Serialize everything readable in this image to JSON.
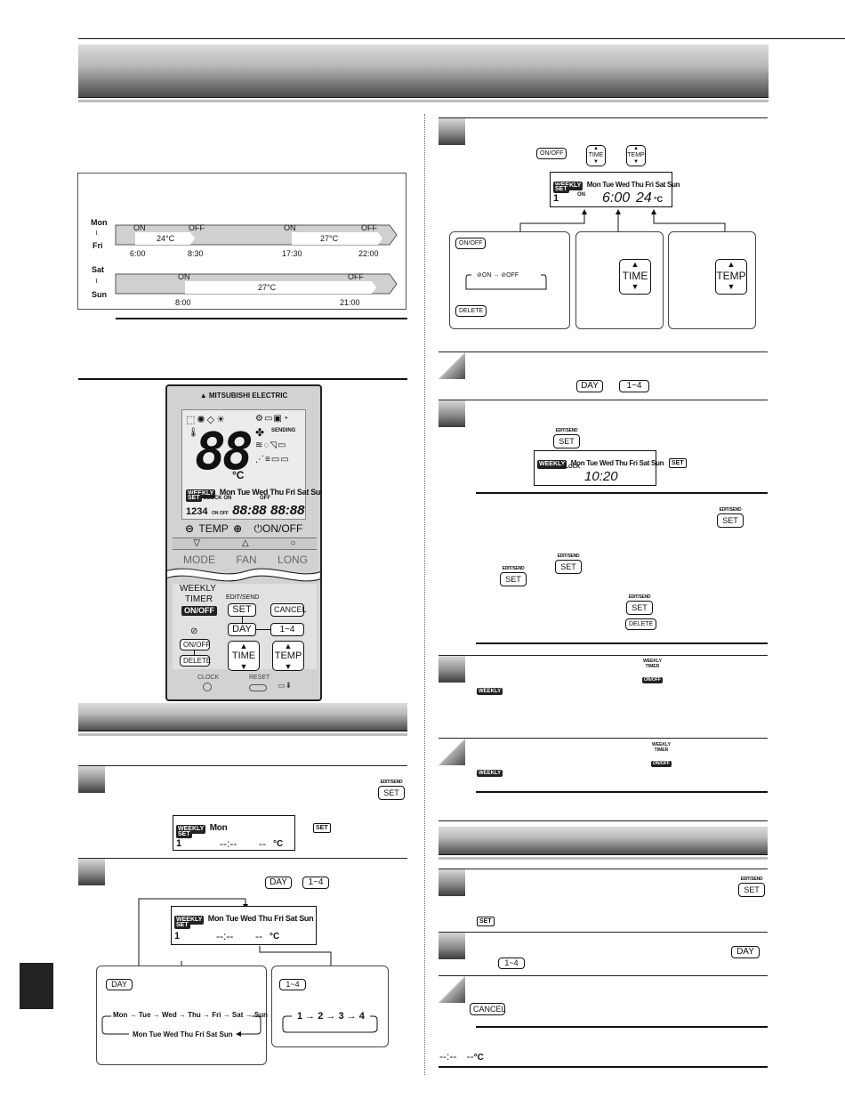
{
  "colors": {
    "ink": "#111111",
    "band_light": "#d8d8d8",
    "band_dark": "#3a3a3a",
    "remote_body": "#d4d4d4",
    "remote_lcd": "#ececec",
    "thumb_tab": "#222222"
  },
  "schedule": {
    "weekday_top": "Mon",
    "weekday_tilde": "≀",
    "weekday_bottom": "Fri",
    "weekend_top": "Sat",
    "weekend_tilde": "≀",
    "weekend_bottom": "Sun",
    "row1": {
      "on1": "ON",
      "off1": "OFF",
      "temp1": "24°C",
      "on2": "ON",
      "off2": "OFF",
      "temp2": "27°C",
      "t1": "6:00",
      "t2": "8:30",
      "t3": "17:30",
      "t4": "22:00"
    },
    "row2": {
      "on": "ON",
      "off": "OFF",
      "temp": "27°C",
      "t1": "8:00",
      "t2": "21:00"
    }
  },
  "remote": {
    "brand": "MITSUBISHI ELECTRIC",
    "big_digits": "88",
    "unit": "°C",
    "sending": "SENDING",
    "weekly": "WEEKLY",
    "days": "Mon Tue Wed Thu Fri Sat Sun",
    "set": "SET",
    "clock": "CLOCK",
    "on_small": "ON",
    "off_small": "OFF",
    "prog_nums": "1234",
    "on_off_stack": "ON OFF",
    "time_digits": "88:88",
    "time_digits2": "88:88",
    "temp_label": "TEMP",
    "onoff_label": "ON/OFF",
    "mode": "MODE",
    "fan": "FAN",
    "long": "LONG",
    "weekly_timer_1": "WEEKLY",
    "weekly_timer_2": "TIMER",
    "btn_onoff": "ON/OFF",
    "edit_send": "EDIT/SEND",
    "btn_set": "SET",
    "btn_cancel": "CANCEL",
    "btn_day": "DAY",
    "btn_1_4": "1~4",
    "btn_onoff2": "ON/OFF",
    "btn_delete": "DELETE",
    "btn_time": "TIME",
    "btn_temp": "TEMP",
    "clock_bottom": "CLOCK",
    "reset": "RESET"
  },
  "step1_left": {
    "edit_send": "EDIT/SEND",
    "set": "SET",
    "lcd_weekly": "WEEKLY",
    "lcd_day": "Mon",
    "lcd_set": "SET",
    "lcd_num": "1",
    "lcd_time": "--:--",
    "lcd_temp": "--",
    "lcd_unit": "°C",
    "set_small": "SET"
  },
  "step2_left": {
    "key_day": "DAY",
    "key_1_4": "1~4",
    "lcd_weekly": "WEEKLY",
    "lcd_days": "Mon Tue Wed Thu Fri Sat Sun",
    "lcd_set": "SET",
    "lcd_num": "1",
    "lcd_time": "--:--",
    "lcd_temp": "--",
    "lcd_unit": "°C",
    "box_day_key": "DAY",
    "cycle_top": "Mon → Tue → Wed → Thu → Fri → Sat → Sun",
    "cycle_bottom": "Mon Tue Wed Thu Fri Sat Sun",
    "box_num_key": "1~4",
    "cycle_nums": "1 → 2 → 3 → 4"
  },
  "step3": {
    "key_onoff": "ON/OFF",
    "key_time": "TIME",
    "key_temp": "TEMP",
    "lcd_weekly": "WEEKLY",
    "lcd_days": "Mon Tue Wed Thu Fri Sat Sun",
    "lcd_set": "SET",
    "lcd_num": "1",
    "lcd_on": "ON",
    "lcd_time": "6:00",
    "lcd_temp": "24",
    "lcd_unit": "°C",
    "box1_key": "ON/OFF",
    "box1_on": "ON",
    "box1_off": "OFF",
    "box1_delete": "DELETE",
    "box2_key": "TIME",
    "box3_key": "TEMP"
  },
  "step4": {
    "key_day": "DAY",
    "key_1_4": "1~4"
  },
  "step5": {
    "edit_send": "EDIT/SEND",
    "set": "SET",
    "lcd_weekly": "WEEKLY",
    "lcd_days": "Mon Tue Wed Thu Fri Sat Sun",
    "lcd_clock": "CLOCK",
    "lcd_time": "10:20",
    "set_small": "SET"
  },
  "note_block": {
    "edit_send": "EDIT/SEND",
    "set": "SET",
    "delete": "DELETE"
  },
  "step6": {
    "weekly": "WEEKLY",
    "timer": "TIMER",
    "onoff": "ON/OFF",
    "badge": "WEEKLY"
  },
  "step7": {
    "weekly": "WEEKLY",
    "timer": "TIMER",
    "onoff": "ON/OFF",
    "badge": "WEEKLY"
  },
  "right_bottom": {
    "edit_send": "EDIT/SEND",
    "set": "SET",
    "set_small": "SET",
    "key_day": "DAY",
    "key_1_4": "1~4",
    "key_cancel": "CANCEL",
    "footer_time": "--:--",
    "footer_temp": "--",
    "footer_unit": "°C"
  }
}
